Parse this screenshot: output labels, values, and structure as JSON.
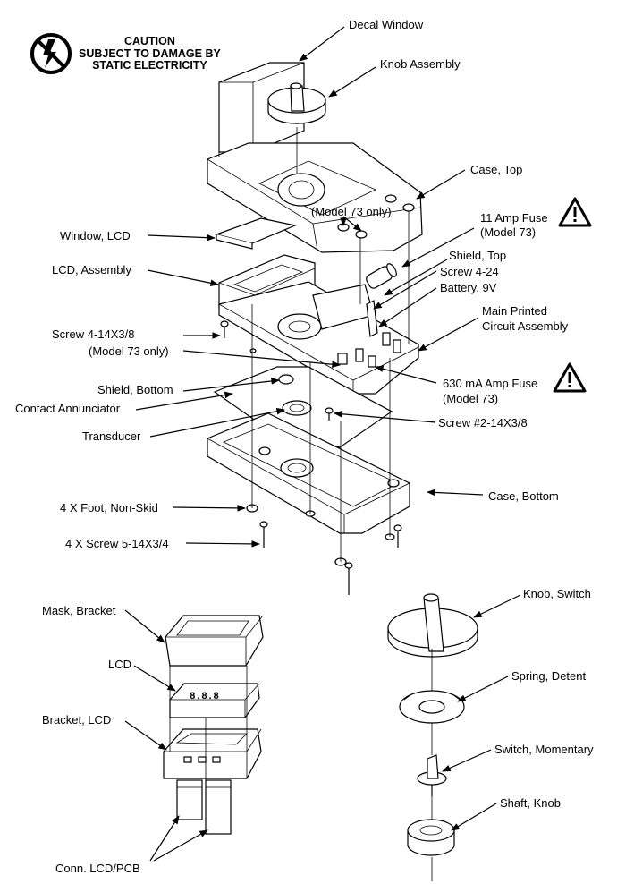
{
  "caution": {
    "lines": [
      "CAUTION",
      "SUBJECT TO DAMAGE BY",
      "STATIC ELECTRICITY"
    ],
    "icon": "no-static-icon"
  },
  "labels": {
    "decal_window": "Decal Window",
    "knob_assembly": "Knob Assembly",
    "case_top": "Case, Top",
    "model73_only_top": "(Model 73 only)",
    "fuse_11a": "11 Amp Fuse",
    "fuse_11a_model": "(Model 73)",
    "window_lcd": "Window, LCD",
    "shield_top": "Shield, Top",
    "screw_4_24": "Screw 4-24",
    "battery_9v": "Battery, 9V",
    "lcd_assembly": "LCD, Assembly",
    "main_pca_1": "Main Printed",
    "main_pca_2": "Circuit Assembly",
    "screw_4_14": "Screw 4-14X3/8",
    "model73_only_mid": "(Model 73 only)",
    "fuse_630ma": "630 mA Amp Fuse",
    "fuse_630ma_model": "(Model 73)",
    "shield_bottom": "Shield, Bottom",
    "contact_annunciator": "Contact Annunciator",
    "transducer": "Transducer",
    "screw_2_14": "Screw #2-14X3/8",
    "case_bottom": "Case, Bottom",
    "foot_non_skid": "4 X Foot, Non-Skid",
    "screw_5_14": "4 X Screw 5-14X3/4",
    "mask_bracket": "Mask, Bracket",
    "knob_switch": "Knob, Switch",
    "lcd": "LCD",
    "spring_detent": "Spring, Detent",
    "bracket_lcd": "Bracket, LCD",
    "switch_momentary": "Switch, Momentary",
    "shaft_knob": "Shaft, Knob",
    "conn_lcd_pcb": "Conn. LCD/PCB"
  },
  "icons": {
    "warning_1": "warning-triangle-icon",
    "warning_2": "warning-triangle-icon"
  }
}
